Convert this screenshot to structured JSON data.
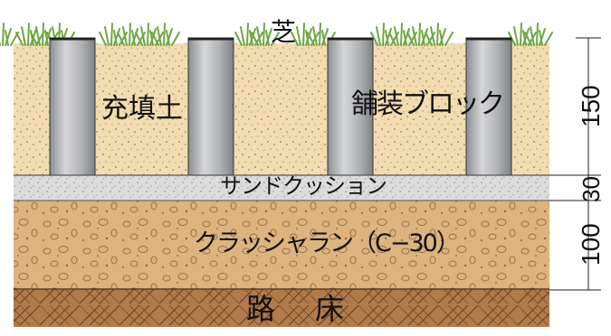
{
  "layers": {
    "grass": "芝",
    "fill_soil": "充填土",
    "paving_block": "舗装ブロック",
    "sand_cushion": "サンドクッション",
    "crusher_run": "クラッシャラン（C−30）",
    "subgrade": "路　床"
  },
  "dimensions": {
    "block_height": "150",
    "sand_cushion_thickness": "30",
    "crusher_run_thickness": "100"
  },
  "colors": {
    "soil": "#f3ddb0",
    "block": "#b9bbbe",
    "sand": "#dcdcdc",
    "gravel": "#ddb37e",
    "subgrade": "#b27b4b",
    "grass": "#6ea743"
  }
}
